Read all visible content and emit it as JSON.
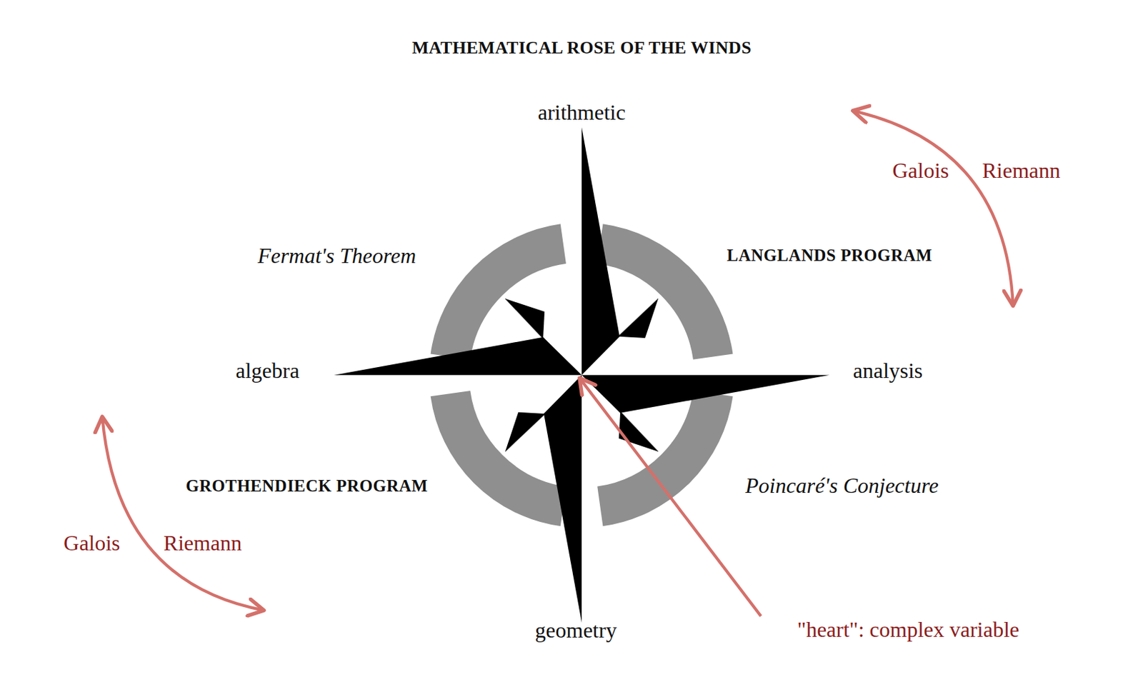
{
  "diagram": {
    "title": "MATHEMATICAL ROSE OF THE WINDS",
    "labels": [
      "arithmetic",
      "Galois",
      "Riemann",
      "Fermat's Theorem",
      "LANGLANDS PROGRAM",
      "algebra",
      "analysis",
      "GROTHENDIECK PROGRAM",
      "Poincaré's Conjecture",
      "Galois",
      "Riemann",
      "geometry",
      "\"heart\": complex variable"
    ]
  }
}
